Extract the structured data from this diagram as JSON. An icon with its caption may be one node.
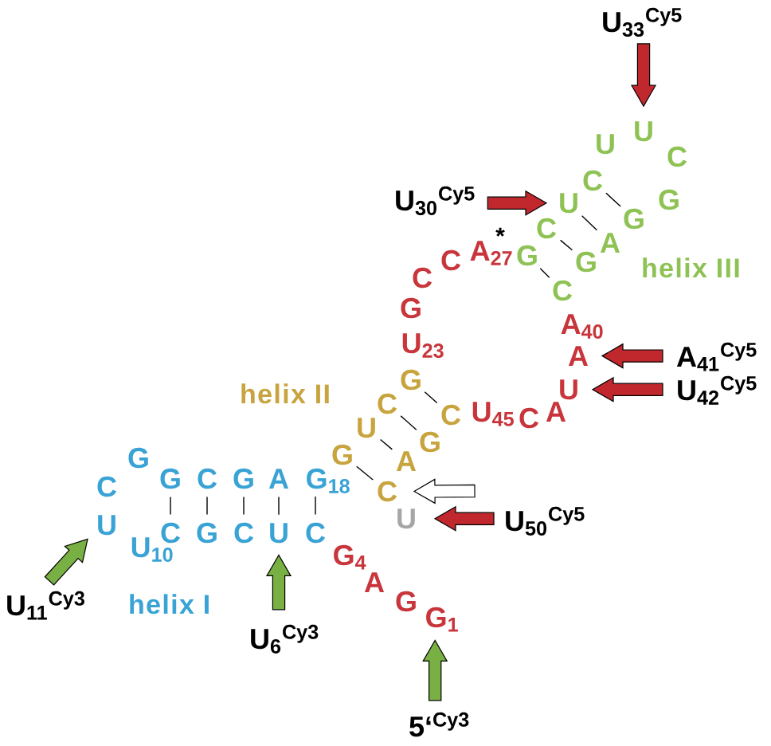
{
  "diagram": {
    "nodes": [
      {
        "text": [
          "U$_{33}$$^{Cy5}$"
        ]
      },
      {
        "text": [
          "U"
        ]
      },
      {
        "text": [
          "U$_{30}$$^{Cy5}$"
        ]
      },
      {
        "text": [
          "C"
        ]
      },
      {
        "text": [
          "U"
        ]
      },
      {
        "text": [
          "G"
        ]
      },
      {
        "text": [
          "C"
        ]
      },
      {
        "text": [
          "A"
        ]
      },
      {
        "text": [
          "G"
        ]
      },
      {
        "text": [
          "G"
        ]
      },
      {
        "text": [
          "C"
        ]
      },
      {
        "text": [
          "A$_{41}$$^{Cy5}$"
        ]
      },
      {
        "text": [
          "A"
        ]
      },
      {
        "text": [
          "G"
        ]
      },
      {
        "text": [
          "U$_{42}$$^{Cy5}$"
        ]
      },
      {
        "text": [
          "U"
        ]
      },
      {
        "text": [
          "C"
        ]
      },
      {
        "text": [
          "C"
        ]
      },
      {
        "text": [
          "U"
        ]
      },
      {
        "text": [
          "G"
        ]
      },
      {
        "text": [
          "G"
        ]
      },
      {
        "text": [
          "A"
        ]
      },
      {
        "text": [
          "G"
        ]
      },
      {
        "text": [
          "C"
        ]
      },
      {
        "text": [
          "G"
        ]
      },
      {
        "text": [
          "A"
        ]
      },
      {
        "text": [
          "G$_{18}$"
        ]
      },
      {
        "text": [
          "C"
        ]
      },
      {
        "text": [
          "U"
        ]
      },
      {
        "text": [
          "U$_{50}$$^{Cy5}$"
        ]
      },
      {
        "text": [
          "U"
        ]
      },
      {
        "text": [
          "C"
        ]
      },
      {
        "text": [
          "G"
        ]
      },
      {
        "text": [
          "C"
        ]
      },
      {
        "text": [
          "U"
        ]
      },
      {
        "text": [
          "C"
        ]
      },
      {
        "text": [
          "U$_{11}$$^{Cy3}$"
        ]
      },
      {
        "text": [
          "U$_{6}$$^{Cy3}$"
        ]
      },
      {
        "text": [
          "G$_{1}$"
        ]
      },
      {
        "text": [
          "5‘$^{Cy3}$"
        ]
      }
    ],
    "edges": [
      {
        "from": 3,
        "to": 5,
        "arrow": "none"
      },
      {
        "from": 4,
        "to": 7,
        "arrow": "none"
      },
      {
        "from": 6,
        "to": 9,
        "arrow": "none"
      },
      {
        "from": 8,
        "to": 10,
        "arrow": "none"
      },
      {
        "from": 13,
        "to": 17,
        "arrow": "none"
      },
      {
        "from": 16,
        "to": 19,
        "arrow": "none"
      },
      {
        "from": 18,
        "to": 21,
        "arrow": "none"
      },
      {
        "from": 20,
        "to": 27,
        "arrow": "none"
      },
      {
        "from": 22,
        "to": 31,
        "arrow": "none"
      },
      {
        "from": 23,
        "to": 32,
        "arrow": "none"
      },
      {
        "from": 24,
        "to": 33,
        "arrow": "none"
      },
      {
        "from": 25,
        "to": 34,
        "arrow": "none"
      },
      {
        "from": 26,
        "to": 35,
        "arrow": "none"
      },
      {
        "from": 0,
        "to": 1,
        "arrow": "to",
        "style": "thick",
        "color": "#c0282d"
      },
      {
        "from": 2,
        "to": 4,
        "arrow": "to",
        "style": "thick",
        "color": "#c0282d"
      },
      {
        "from": 11,
        "to": 12,
        "arrow": "to",
        "style": "thick",
        "color": "#c0282d"
      },
      {
        "from": 14,
        "to": 15,
        "arrow": "to",
        "style": "thick",
        "color": "#c0282d"
      },
      {
        "from": null,
        "to": 27,
        "arrow": "to",
        "style": "thick",
        "color": "#ffffff"
      },
      {
        "from": 29,
        "to": 28,
        "arrow": "to",
        "style": "thick",
        "color": "#c0282d"
      },
      {
        "from": 36,
        "to": 30,
        "arrow": "to",
        "style": "thick",
        "color": "#79b043"
      },
      {
        "from": 37,
        "to": 34,
        "arrow": "to",
        "style": "thick",
        "color": "#79b043"
      },
      {
        "from": 39,
        "to": 38,
        "arrow": "to",
        "style": "thick",
        "color": "#79b043"
      }
    ],
    "labels": [
      "U",
      "C",
      "G",
      "*",
      "A$_{27}$",
      "C",
      "helix III",
      "C",
      "G",
      "A$_{40}$",
      "U$_{23}$",
      "helix II",
      "U$_{45}$",
      "C",
      "A",
      "G",
      "C",
      "U$_{10}$",
      "G$_{4}$",
      "A",
      "G",
      "helix I"
    ]
  }
}
